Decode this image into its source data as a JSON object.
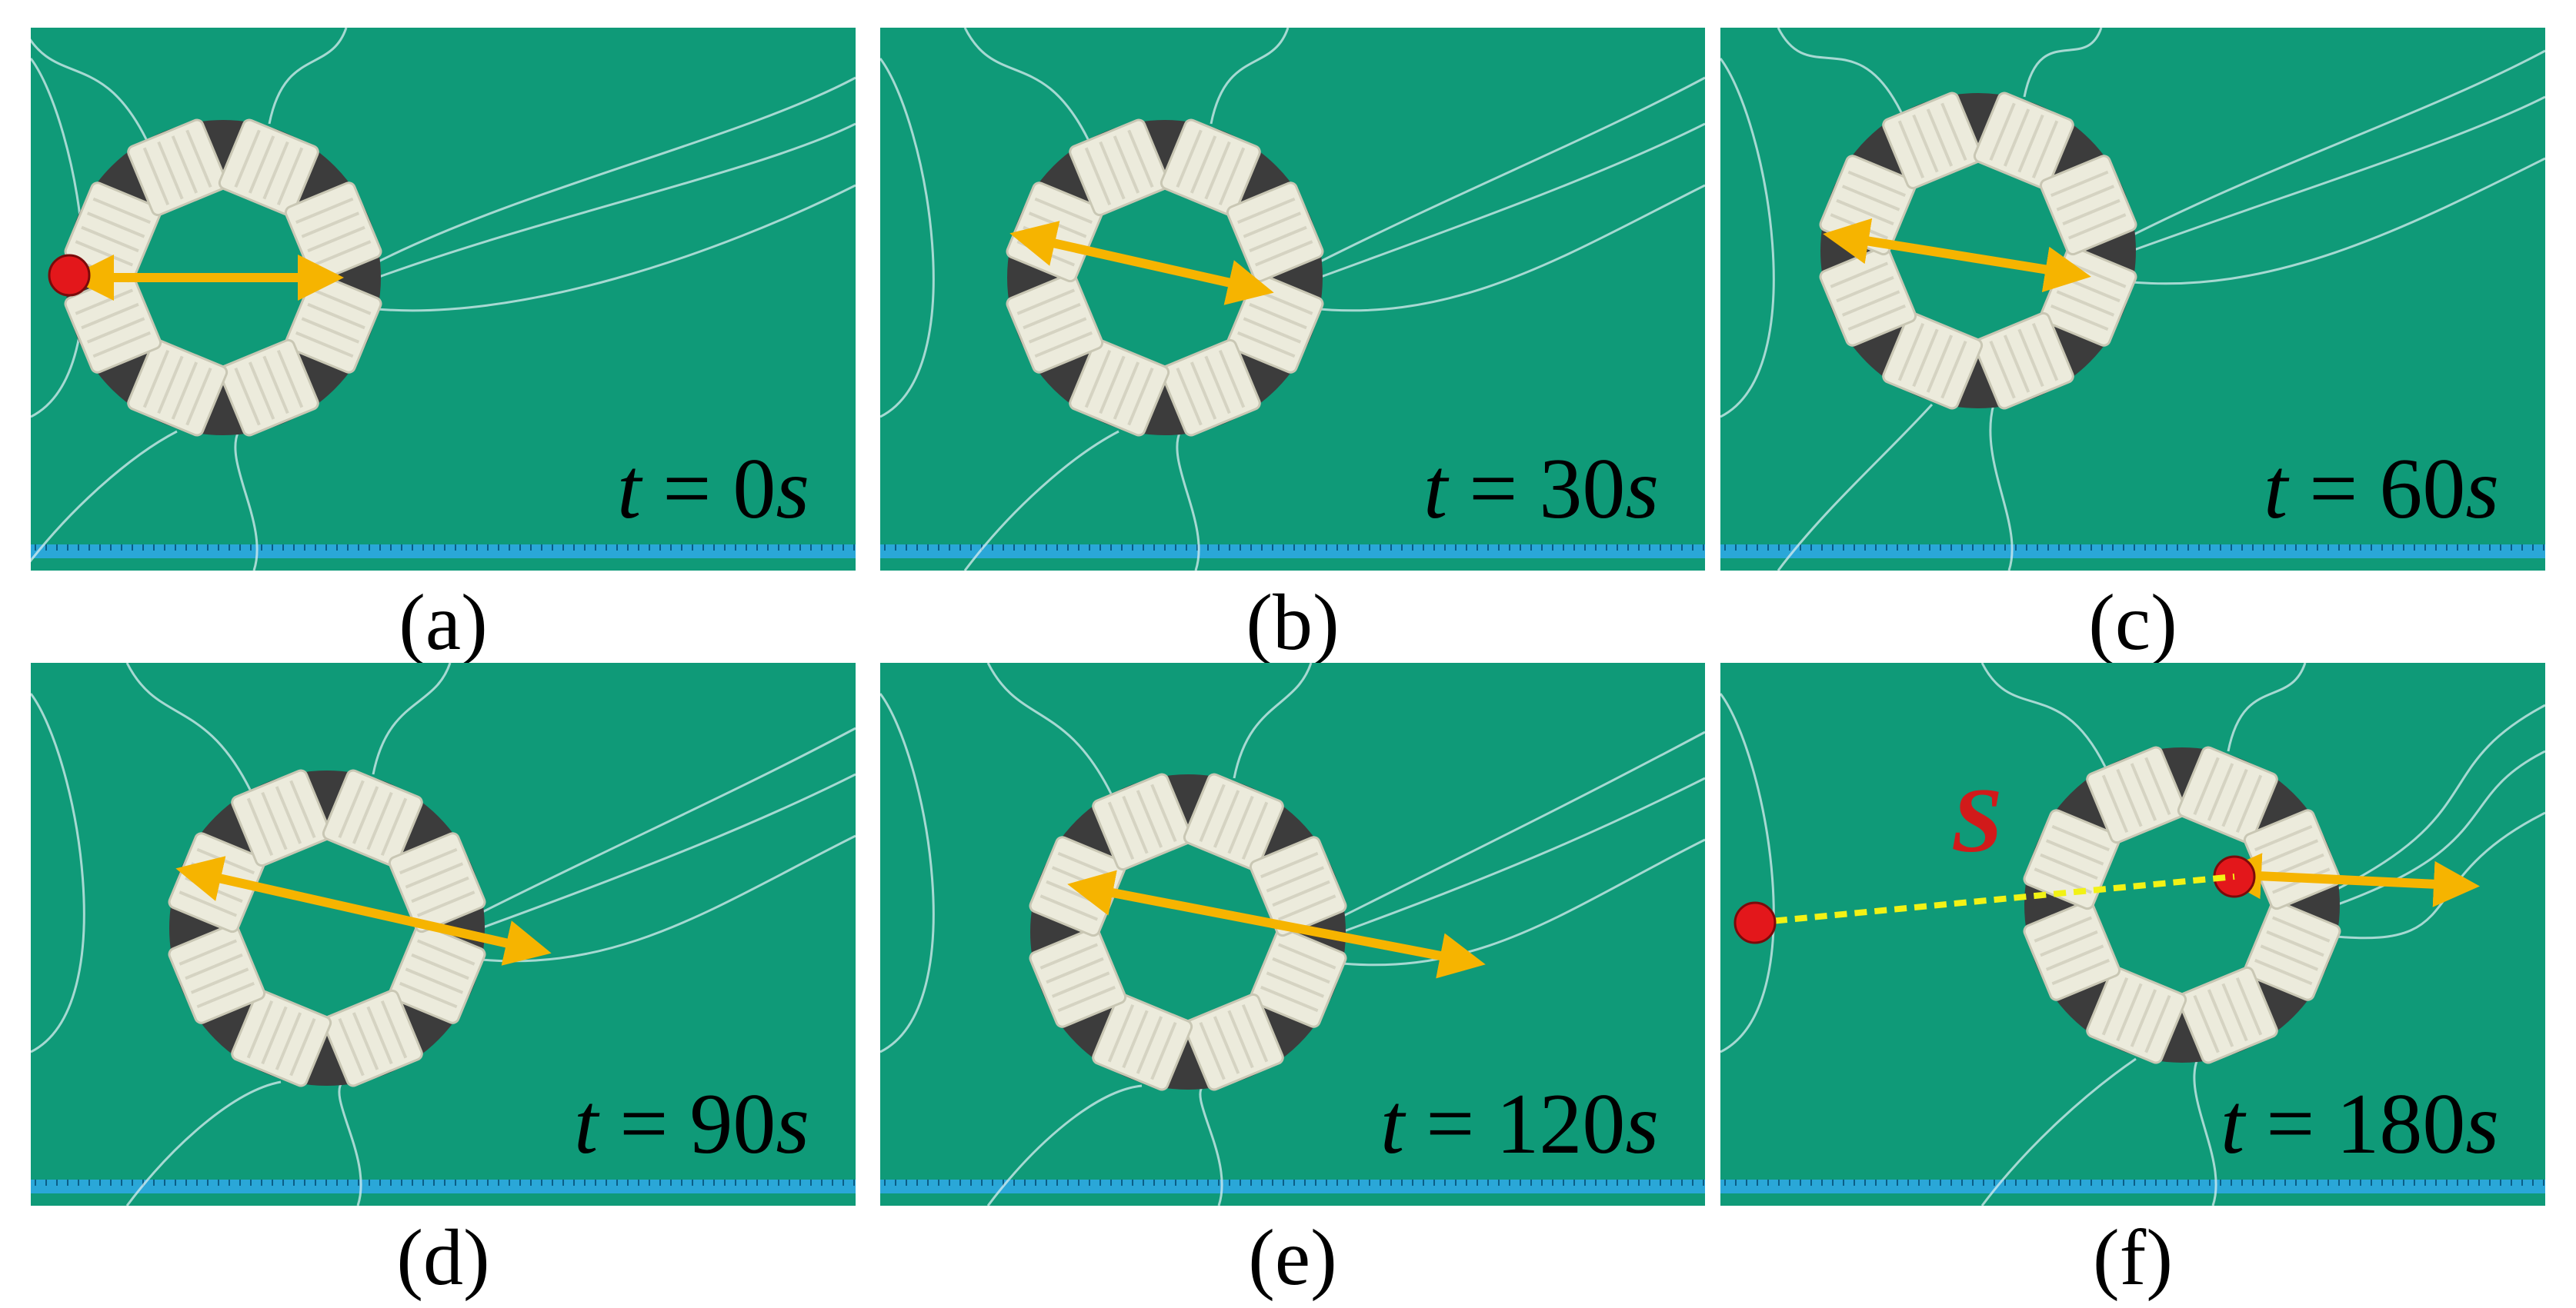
{
  "panels": [
    {
      "caption": "(a)",
      "time": {
        "var": "t",
        "eq": "=",
        "value": "0",
        "unit": "s"
      }
    },
    {
      "caption": "(b)",
      "time": {
        "var": "t",
        "eq": "=",
        "value": "30",
        "unit": "s"
      }
    },
    {
      "caption": "(c)",
      "time": {
        "var": "t",
        "eq": "=",
        "value": "60",
        "unit": "s"
      }
    },
    {
      "caption": "(d)",
      "time": {
        "var": "t",
        "eq": "=",
        "value": "90",
        "unit": "s"
      }
    },
    {
      "caption": "(e)",
      "time": {
        "var": "t",
        "eq": "=",
        "value": "120",
        "unit": "s"
      }
    },
    {
      "caption": "(f)",
      "time": {
        "var": "t",
        "eq": "=",
        "value": "180",
        "unit": "s"
      }
    }
  ],
  "displacement_label": "S",
  "colors": {
    "background": "#0f9a78",
    "arrow": "#f6b400",
    "marker": "#e3171b",
    "label_s": "#d11a1a",
    "trace_line": "#f2f215",
    "ruler": "#2aa7d8"
  }
}
